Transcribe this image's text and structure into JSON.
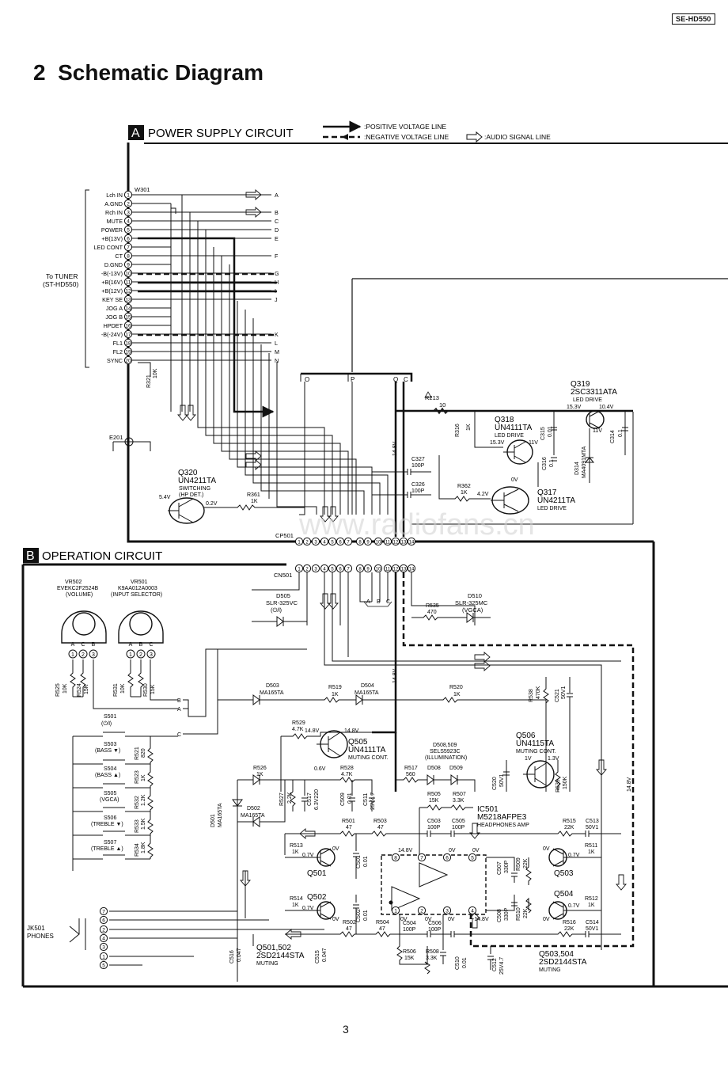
{
  "header": {
    "model": "SE-HD550",
    "title": "2  Schematic Diagram",
    "page_number": "3"
  },
  "legend": {
    "positive": ":POSITIVE VOLTAGE LINE",
    "negative": ":NEGATIVE VOLTAGE LINE",
    "audio": ":AUDIO SIGNAL LINE"
  },
  "section_a": {
    "letter": "A",
    "title": "POWER SUPPLY CIRCUIT",
    "connector": "W301",
    "to_tuner": [
      "To TUNER",
      "(ST-HD550)"
    ],
    "pins": [
      {
        "label": "Lch IN",
        "num": "1",
        "tag": "A"
      },
      {
        "label": "A.GND",
        "num": "2",
        "tag": ""
      },
      {
        "label": "Rch IN",
        "num": "3",
        "tag": "B"
      },
      {
        "label": "MUTE",
        "num": "4",
        "tag": "C"
      },
      {
        "label": "POWER",
        "num": "5",
        "tag": "D"
      },
      {
        "label": "+B(13V)",
        "num": "6",
        "tag": "E"
      },
      {
        "label": "LED CONT",
        "num": "7",
        "tag": ""
      },
      {
        "label": "CT",
        "num": "8",
        "tag": "F"
      },
      {
        "label": "D.GND",
        "num": "9",
        "tag": ""
      },
      {
        "label": "-B(-13V)",
        "num": "10",
        "tag": "G"
      },
      {
        "label": "+B(16V)",
        "num": "11",
        "tag": "H"
      },
      {
        "label": "+B(12V)",
        "num": "12",
        "tag": "I"
      },
      {
        "label": "KEY SE",
        "num": "13",
        "tag": "J"
      },
      {
        "label": "JOG A",
        "num": "14",
        "tag": ""
      },
      {
        "label": "JOG B",
        "num": "15",
        "tag": ""
      },
      {
        "label": "HPDET",
        "num": "16",
        "tag": ""
      },
      {
        "label": "-B(-24V)",
        "num": "17",
        "tag": "K"
      },
      {
        "label": "FL1",
        "num": "18",
        "tag": "L"
      },
      {
        "label": "FL2",
        "num": "19",
        "tag": "M"
      },
      {
        "label": "SYNC",
        "num": "20",
        "tag": "N"
      }
    ],
    "bus_letters": [
      "O",
      "P",
      "Q",
      "C"
    ],
    "labels": {
      "r321": "R321",
      "r321v": "10K",
      "e201": "E201",
      "q320": "Q320",
      "q320p": "UN4211TA",
      "q320d1": "SWITCHING",
      "q320d2": "(HP DET.)",
      "v54": "5.4V",
      "v02": "0.2V",
      "r361": "R361",
      "r361v": "1K",
      "r213": "R213",
      "r213v": "10",
      "q319": "Q319",
      "q319p": "2SC3311ATA",
      "q319d": "LED DRIVE",
      "v153a": "15.3V",
      "v104": "10.4V",
      "v11a": "11V",
      "q318": "Q318",
      "q318p": "UN4111TA",
      "q318d": "LED DRIVE",
      "r316": "R316",
      "r316v": "1K",
      "v153b": "15.3V",
      "v11b": "11V",
      "v0a": "0V",
      "c315": "C315",
      "c315v": "0.01",
      "c314": "C314",
      "c314v": "0.1",
      "c316": "C316",
      "c316v": "0.1",
      "d314": "D314",
      "d314p": "MA4091MTA",
      "r362": "R362",
      "r362v": "1K",
      "v42": "4.2V",
      "q317": "Q317",
      "q317p": "UN4211TA",
      "q317d": "LED DRIVE",
      "c327": "C327",
      "c327v": "100P",
      "c326": "C326",
      "c326v": "100P",
      "v148": "14.8V"
    },
    "cp501": "CP501",
    "watermark": "www.radiofans.cn"
  },
  "section_b": {
    "letter": "B",
    "title": "OPERATION CIRCUIT",
    "cn501": "CN501",
    "pin_numbers": [
      "1",
      "2",
      "3",
      "4",
      "5",
      "6",
      "7",
      "8",
      "9",
      "10",
      "11",
      "12",
      "13",
      "14"
    ],
    "labels": {
      "vr502": "VR502",
      "vr502p": "EVEKC2F2524B",
      "vr502d": "(VOLUME)",
      "vr501": "VR501",
      "vr501p": "K9AA012A0003",
      "vr501d": "(INPUT SELECTOR)",
      "r525": "R525",
      "r525v": "10K",
      "r524": "R524",
      "r524v": "15K",
      "r531": "R531",
      "r531v": "10K",
      "r530": "R530",
      "r530v": "15K",
      "d505": "D505",
      "d505p": "SLR-325VC",
      "d505d": "(⏻/❘)",
      "r535": "R535",
      "r535v": "470",
      "d510": "D510",
      "d510p": "SLR-325MC",
      "d510d": "(VGCA)",
      "s501": "S501",
      "s501d": "(⏻/❘)",
      "s503": "S503",
      "s503d": "(BASS ▼)",
      "s504": "S504",
      "s504d": "(BASS ▲)",
      "s505": "S505",
      "s505d": "(VGCA)",
      "s506": "S506",
      "s506d": "(TREBLE ▼)",
      "s507": "S507",
      "s507d": "(TREBLE ▲)",
      "r521": "R521",
      "r521v": "820",
      "r523": "R523",
      "r523v": "1K",
      "r532": "R532",
      "r532v": "1.2K",
      "r533": "R533",
      "r533v": "1.5K",
      "r534": "R534",
      "r534v": "1.8K",
      "d503": "D503",
      "d503p": "MA165TA",
      "r519": "R519",
      "r519v": "1K",
      "d504": "D504",
      "d504p": "MA165TA",
      "r520": "R520",
      "r520v": "1K",
      "r538": "R538",
      "r538v": "470K",
      "c521": "C521",
      "c521v": "50V1",
      "r529": "R529",
      "r529v": "4.7K",
      "v148b": "14.8V",
      "v148c": "14.8V",
      "q505": "Q505",
      "q505p": "UN4111TA",
      "q505d": "MUTING CONT.",
      "q506": "Q506",
      "q506p": "UN4115TA",
      "q506d": "MUTING CONT.",
      "v1": "1V",
      "v13": "1.3V",
      "c520": "C520",
      "c520v": "50V1",
      "r539": "R539",
      "r539v": "150K",
      "d501": "D501",
      "d501p": "MA165TA",
      "r526": "R526",
      "r526v": "1K",
      "v06": "0.6V",
      "r528": "R528",
      "r528v": "4.7K",
      "r527": "R527",
      "r527v": "2.2K",
      "c517": "C517",
      "c517v": "6.3V220",
      "c509": "C509",
      "c509v": "0.01",
      "c511": "C511",
      "c511v": "25V4.7",
      "d502": "D502",
      "d502p": "MA165TA",
      "r517": "R517",
      "r517v": "560",
      "d508": "D508",
      "d509": "D509",
      "d508p": "D508,509",
      "d508pp": "SELS5923C",
      "d508d": "(ILLUMINATION)",
      "r505": "R505",
      "r505v": "15K",
      "r507": "R507",
      "r507v": "3.3K",
      "ic501": "IC501",
      "ic501p": "M5218AFPE3",
      "ic501d": "HEADPHONES AMP",
      "r501": "R501",
      "r501v": "47",
      "r503": "R503",
      "r503v": "47",
      "c503": "C503",
      "c503v": "100P",
      "c505": "C505",
      "c505v": "100P",
      "r515": "R515",
      "r515v": "22K",
      "c513": "C513",
      "c513v": "50V1",
      "r511": "R511",
      "r511v": "1K",
      "r512": "R512",
      "r512v": "1K",
      "r513": "R513",
      "r513v": "1K",
      "v07": "0.7V",
      "v0": "0V",
      "q501": "Q501",
      "q502": "Q502",
      "q503": "Q503",
      "q504": "Q504",
      "c501": "C501",
      "c501v": "0.01",
      "c502": "C502",
      "c502v": "0.01",
      "c507": "C507",
      "c507v": "330P",
      "r509": "R509",
      "r509v": "22K",
      "c508": "C508",
      "c508v": "330P",
      "r510": "R510",
      "r510v": "22K",
      "r514": "R514",
      "r514v": "1K",
      "r516": "R516",
      "r516v": "22K",
      "c514": "C514",
      "c514v": "50V1",
      "r502": "R502",
      "r502v": "47",
      "r504": "R504",
      "r504v": "47",
      "c504": "C504",
      "c504v": "100P",
      "c506": "C506",
      "c506v": "100P",
      "r506": "R506",
      "r506v": "15K",
      "r508": "R508",
      "r508v": "3.3K",
      "c510": "C510",
      "c510v": "0.01",
      "c512": "C512",
      "c512v": "25V4.7",
      "vm148": "-14.8V",
      "jk501": "JK501",
      "jk501d": "PHONES",
      "c516": "C516",
      "c516v": "0.047",
      "c515": "C515",
      "c515v": "0.047",
      "q501_502": "Q501,502",
      "q501_502p": "2SD2144STA",
      "q501_502d": "MUTING",
      "q503_504": "Q503,504",
      "q503_504p": "2SD2144STA",
      "q503_504d": "MUTING",
      "tag_b": "B",
      "tag_a": "A",
      "tag_c": "C",
      "abc_a": "A",
      "abc_b": "B",
      "abc_c": "C",
      "ic_pins": [
        "8",
        "7",
        "6",
        "5",
        "1",
        "2",
        "3",
        "4"
      ],
      "jk_pins": [
        "7",
        "6",
        "2",
        "4",
        "3",
        "1",
        "5"
      ],
      "vr_pins": [
        "1",
        "2",
        "3"
      ],
      "vr502_abc": [
        "A",
        "C",
        "B"
      ],
      "vr501_abc": [
        "A",
        "B",
        "C"
      ]
    }
  }
}
